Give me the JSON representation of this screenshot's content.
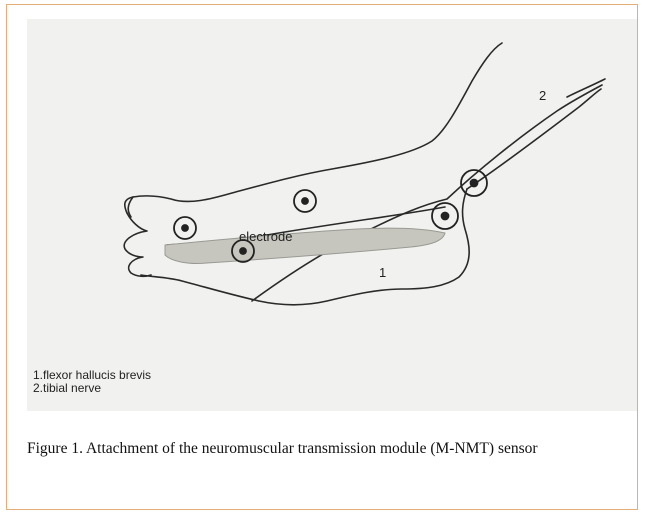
{
  "figure": {
    "labels": {
      "electrode": "electrode",
      "marker_1": "1",
      "marker_2": "2"
    },
    "legend": {
      "line1": "1.flexor hallucis brevis",
      "line2": "2.tibial nerve"
    },
    "caption": "Figure 1. Attachment of the neuromuscular transmission module (M-NMT) sensor"
  }
}
